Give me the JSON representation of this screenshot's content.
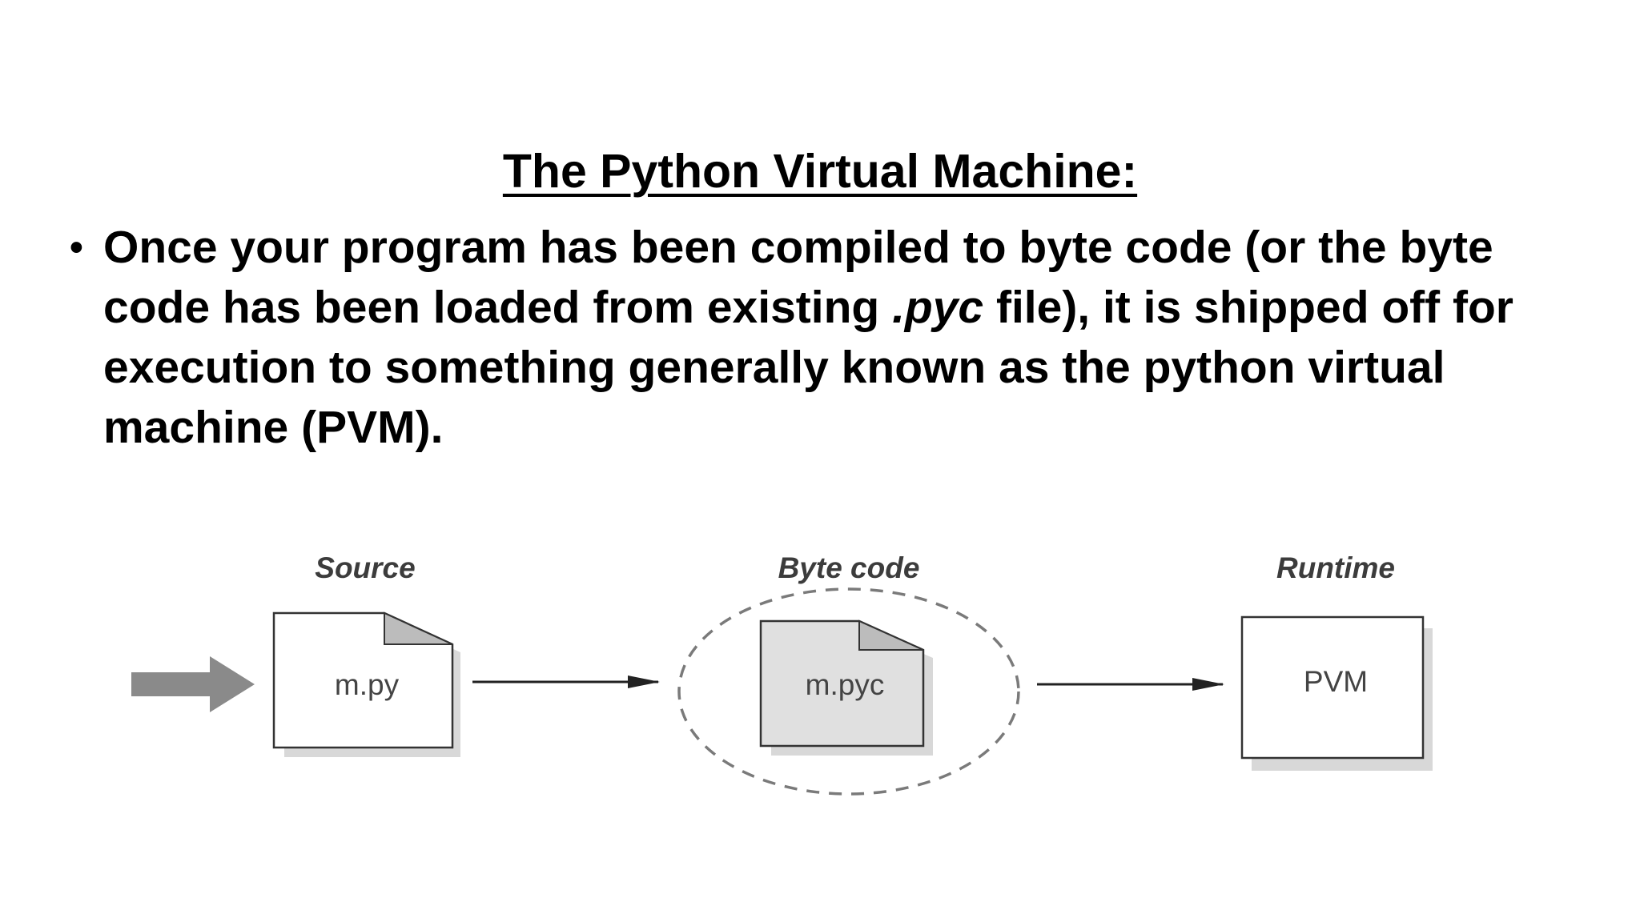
{
  "slide": {
    "title": "The Python Virtual Machine:",
    "bullet": {
      "glyph": "•",
      "part1": "Once your program has been compiled to byte code (or the byte code has been loaded from existing ",
      "italic": ".pyc",
      "part2": " file), it is shipped off for execution to something generally known as the python virtual machine (PVM)."
    }
  },
  "diagram": {
    "stages": [
      {
        "caption": "Source",
        "label": "m.py",
        "shape": "document"
      },
      {
        "caption": "Byte code",
        "label": "m.pyc",
        "shape": "document-in-dashed-circle"
      },
      {
        "caption": "Runtime",
        "label": "PVM",
        "shape": "box"
      }
    ],
    "colors": {
      "outline": "#333333",
      "input_arrow": "#8a8a8a",
      "bytecode_fill": "#e0e0e0",
      "dog_ear": "#bcbcbc",
      "shadow": "#c8c8c8",
      "dashed_circle": "#7a7a7a"
    }
  }
}
